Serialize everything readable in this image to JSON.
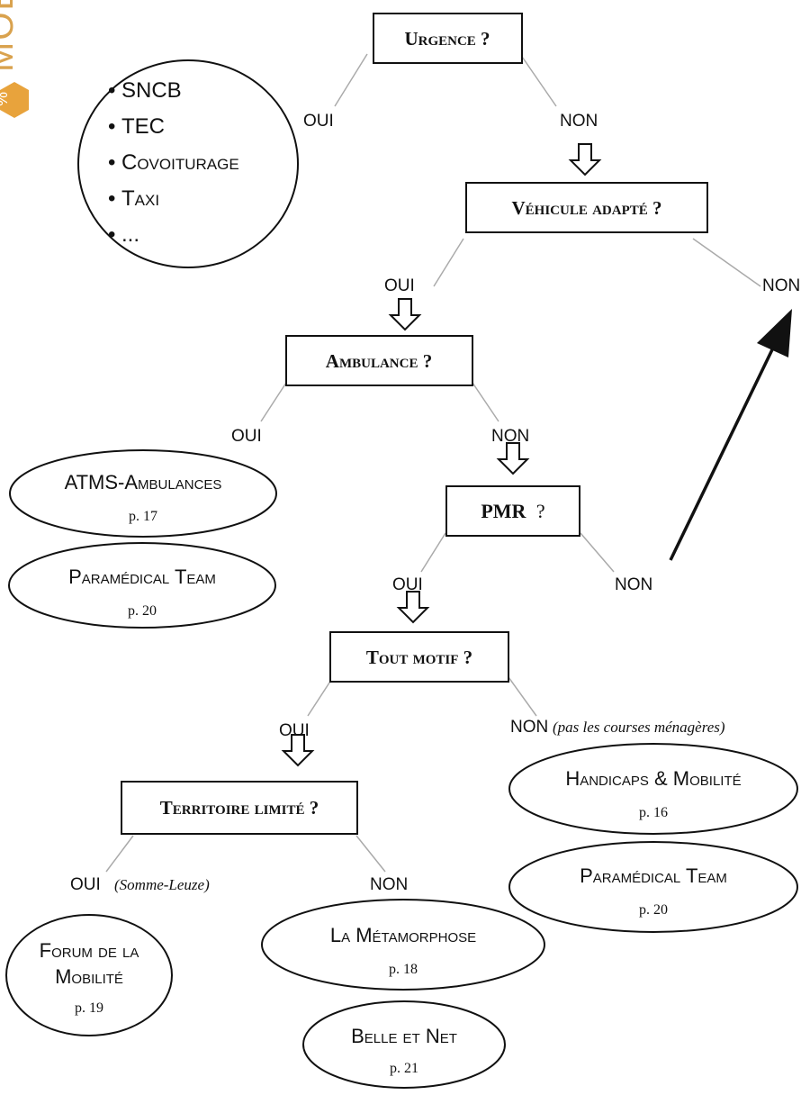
{
  "side_logo": {
    "text": "MOB",
    "badge_glyph": "%",
    "badge_color": "#e8a33c",
    "text_color": "#d9a24e"
  },
  "colors": {
    "ink": "#111111",
    "connector": "#aaaaaa"
  },
  "questions": {
    "urgence": "Urgence ?",
    "vehicule": "Véhicule adapté ?",
    "ambulance": "Ambulance ?",
    "pmr": "PMR",
    "pmr_suffix": "?",
    "tout_motif": "Tout motif ?",
    "territoire": "Territoire limité ?"
  },
  "answers": {
    "oui": "OUI",
    "non": "NON"
  },
  "notes": {
    "pas_courses": "(pas les courses ménagères)",
    "somme_leuze": "(Somme-Leuze)"
  },
  "transport_list": {
    "bullet": "•",
    "items": [
      "SNCB",
      "TEC",
      "Covoiturage",
      "Taxi",
      "..."
    ]
  },
  "providers": {
    "atms": {
      "name": "ATMS-Ambulances",
      "page": "p. 17"
    },
    "paramedical_1": {
      "name": "Paramédical Team",
      "page": "p. 20"
    },
    "handicaps": {
      "name": "Handicaps & Mobilité",
      "page": "p. 16"
    },
    "paramedical_2": {
      "name": "Paramédical Team",
      "page": "p. 20"
    },
    "forum_line1": "Forum de la",
    "forum_line2": "Mobilité",
    "forum_page": "p. 19",
    "metamorphose": {
      "name": "La Métamorphose",
      "page": "p. 18"
    },
    "belle_et_net": {
      "name": "Belle et Net",
      "page": "p. 21"
    }
  }
}
